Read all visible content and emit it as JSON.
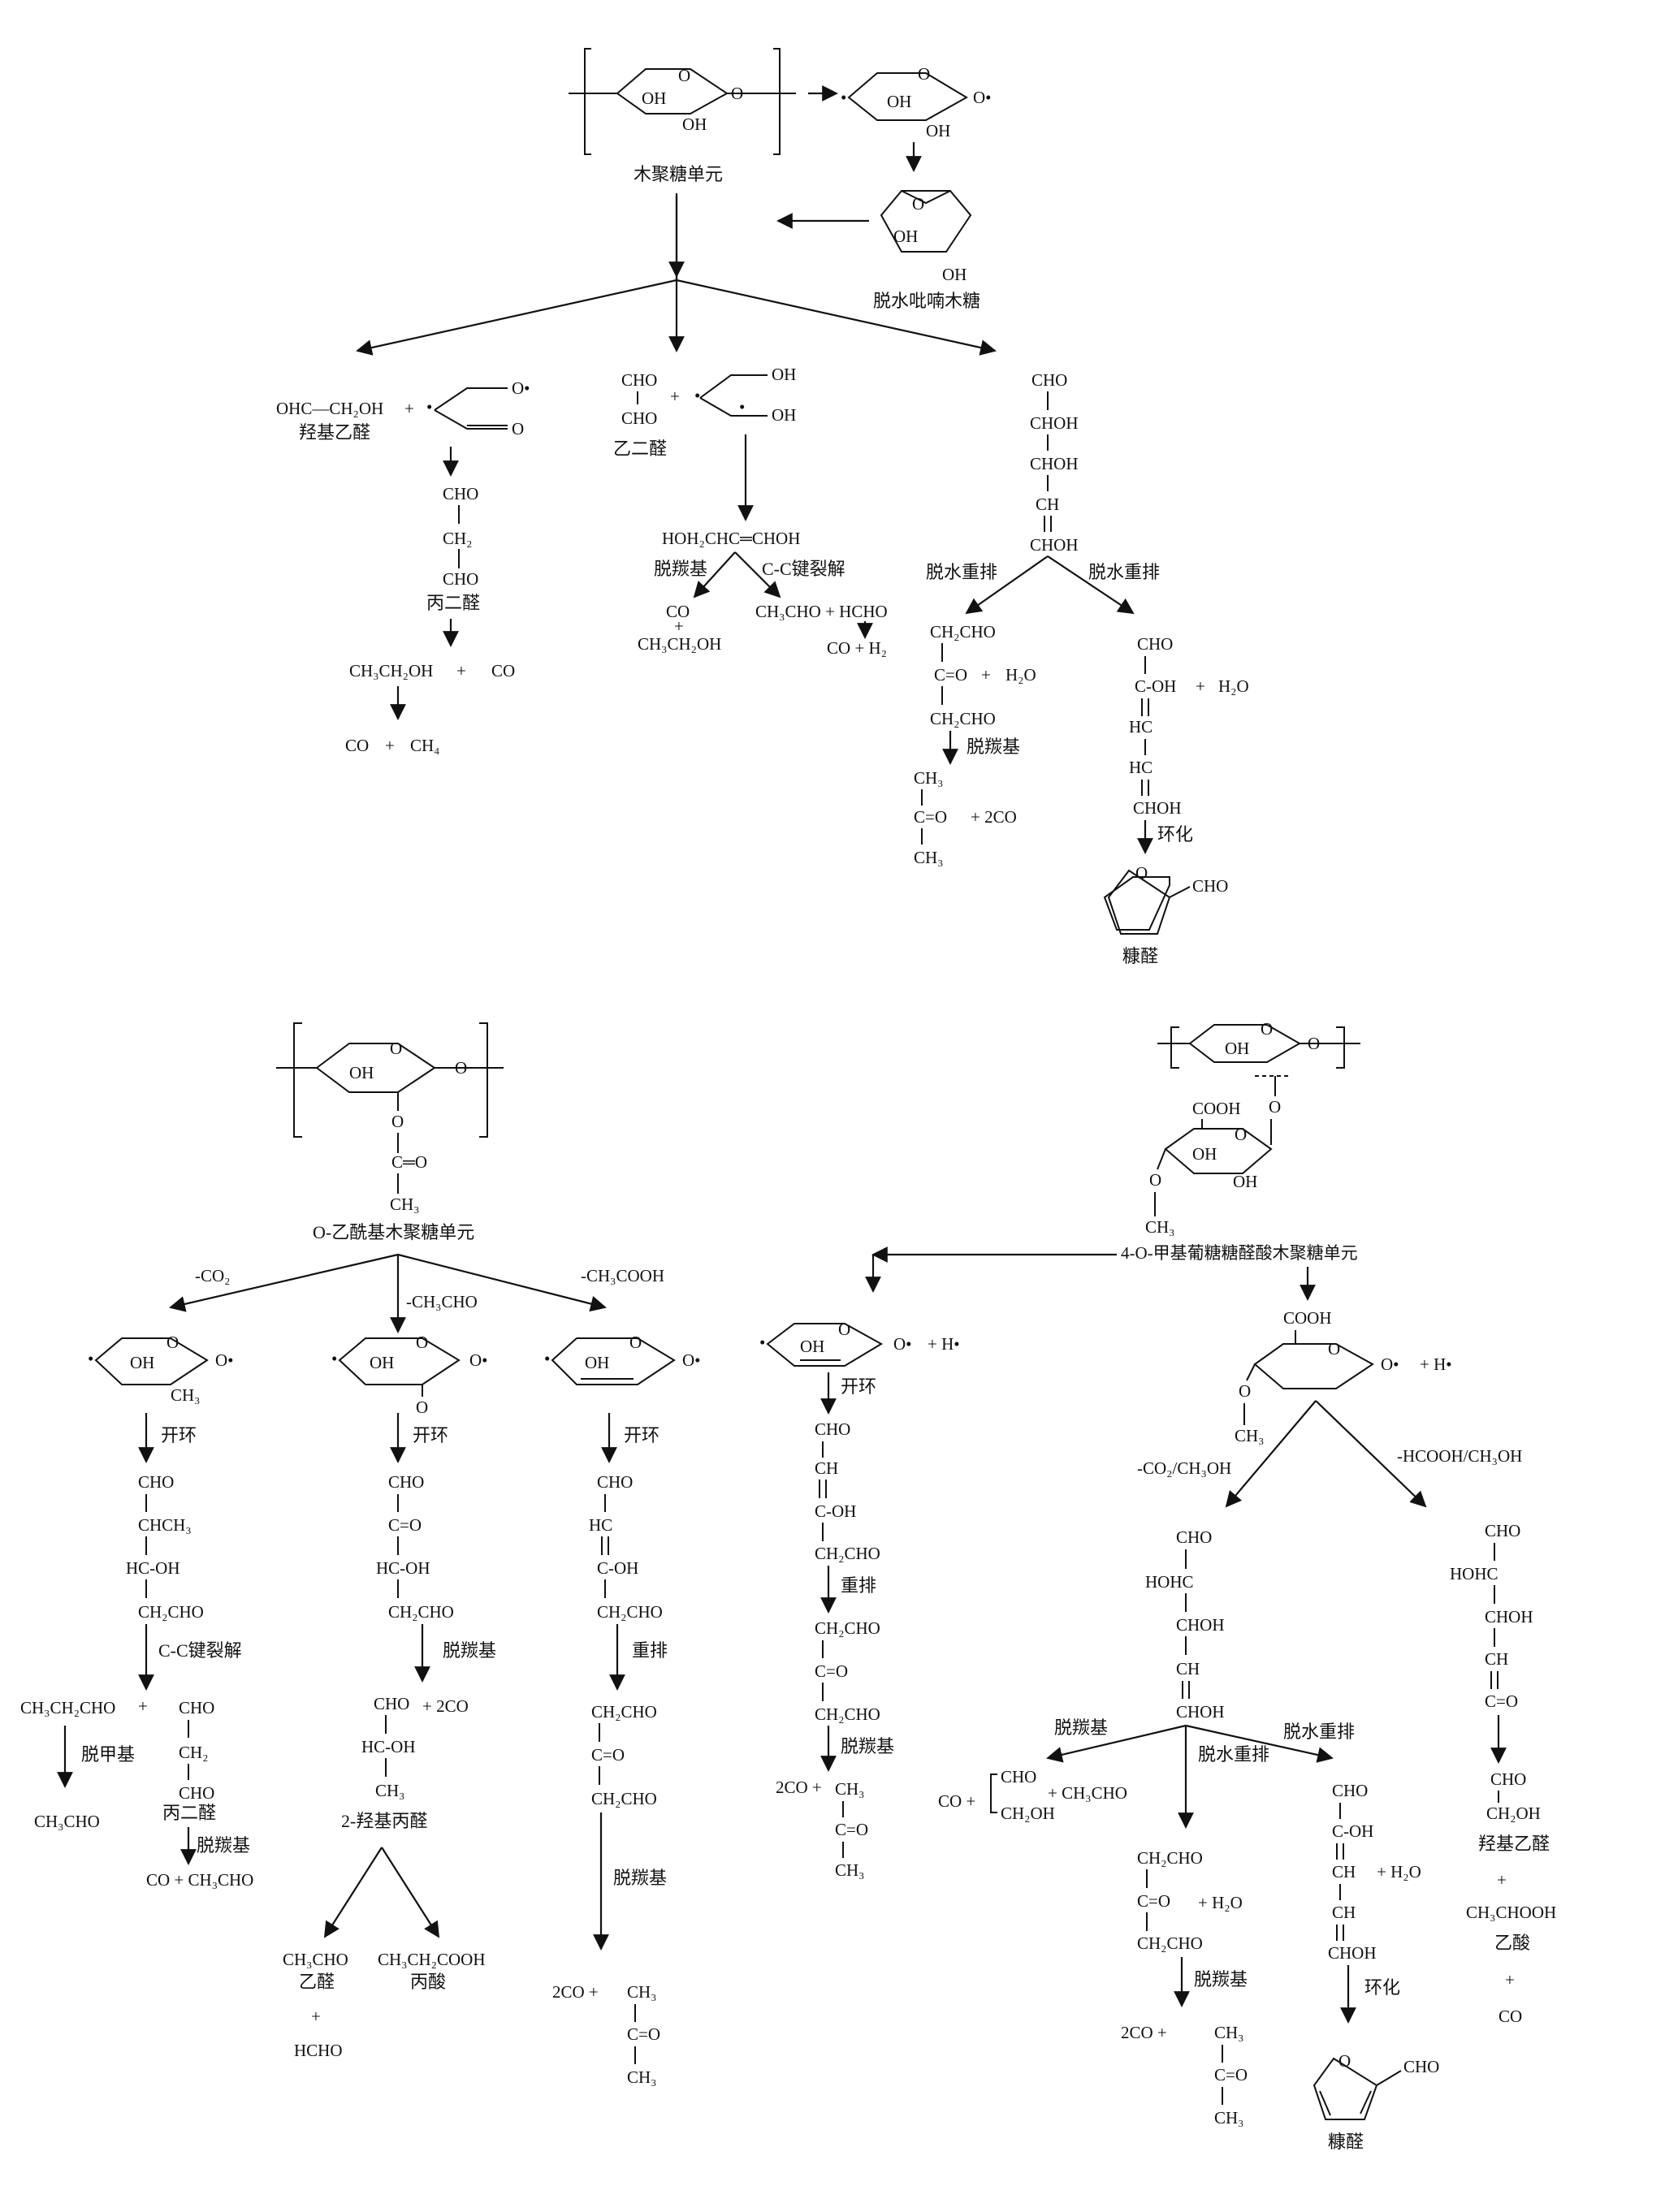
{
  "colors": {
    "ink": "#111111",
    "background": "#ffffff"
  },
  "sections": {
    "xylan": {
      "title": "木聚糖单元",
      "anhydro": "脱水吡喃木糖"
    },
    "route1": {
      "product": "羟基乙醛",
      "mid_cho": "CHO",
      "mid_ch2": "CH2",
      "mid_cho2": "CHO",
      "mid_name": "丙二醛",
      "a": "CH3CH2OH",
      "b": "CO",
      "c": "CO",
      "d": "CH4",
      "plus": "+"
    },
    "route2": {
      "product": "乙二醛",
      "inter": "HOH2CHC=CHOH",
      "left_label": "脱羰基",
      "right_label": "C-C键裂解",
      "left_p1": "CO",
      "left_p2": "CH3CH2OH",
      "right_p": "CH3CHO + HCHO",
      "right_p2": "CO + H2",
      "plus": "+"
    },
    "route3": {
      "chain": [
        "CHO",
        "CHOH",
        "CHOH",
        "CH",
        "CHOH"
      ],
      "left_label": "脱水重排",
      "right_label": "脱水重排",
      "l_chain": [
        "CH2CHO",
        "C=O",
        "CH2CHO"
      ],
      "h2o": "H2O",
      "l_label": "脱羰基",
      "l_top": "CH3",
      "l_mid": "C=O",
      "l_bot": "CH3",
      "two_co": "+ 2CO",
      "r_chain": [
        "CHO",
        "C-OH",
        "HC",
        "HC",
        "CHOH"
      ],
      "r_label": "环化",
      "furfural": "糠醛",
      "furfural_cho": "CHO",
      "plus": "+"
    },
    "acetyl": {
      "title": "O-乙酰基木聚糖单元",
      "loss1": "-CO2",
      "loss2": "-CH3CHO",
      "loss3": "-CH3COOH",
      "ring_open": "开环",
      "col1": [
        "CHO",
        "CHCH3",
        "HC-OH",
        "CH2CHO"
      ],
      "col1_label": "C-C键裂解",
      "col1_pA": "CH3CH2CHO",
      "col1_pB": [
        "CHO",
        "CH2",
        "CHO"
      ],
      "col1_pB_name": "丙二醛",
      "demethyl": "脱甲基",
      "col1_pA2": "CH3CHO",
      "decarb": "脱羰基",
      "col1_final": "CO + CH3CHO",
      "col2": [
        "CHO",
        "C=O",
        "HC-OH",
        "CH2CHO"
      ],
      "col2_label": "脱羰基",
      "col2_p": [
        "CHO",
        "HC-OH",
        "CH3"
      ],
      "col2_2co": "+ 2CO",
      "col2_name": "2-羟基丙醛",
      "col2_pA": "CH3CHO",
      "col2_pA_name": "乙醛",
      "col2_pA2": "HCHO",
      "col2_pB": "CH3CH2COOH",
      "col2_pB_name": "丙酸",
      "col3": [
        "CHO",
        "HC",
        "C-OH",
        "CH2CHO"
      ],
      "col3_label1": "重排",
      "col3_mid": [
        "CH2CHO",
        "C=O",
        "CH2CHO"
      ],
      "col3_label2": "脱羰基",
      "col3_final_co": "2CO +",
      "col3_final": [
        "CH3",
        "C=O",
        "CH3"
      ],
      "plus": "+",
      "dot": "•"
    },
    "glucuronic": {
      "title": "4-O-甲基葡糖糖醛酸木聚糖单元",
      "h": "+ H•",
      "ring_open": "开环",
      "left_chain": [
        "CHO",
        "CH",
        "C-OH",
        "CH2CHO"
      ],
      "rearr": "重排",
      "left_mid": [
        "CH2CHO",
        "C=O",
        "CH2CHO"
      ],
      "decarb": "脱羰基",
      "left_final_co": "2CO +",
      "left_final": [
        "CH3",
        "C=O",
        "CH3"
      ],
      "cooh": "COOH",
      "ch3": "CH3",
      "loss_a": "-CO2/CH3OH",
      "loss_b": "-HCOOH/CH3OH",
      "mid_chain": [
        "CHO",
        "HOHC",
        "CHOH",
        "CH",
        "CHOH"
      ],
      "mid_l": "脱羰基",
      "mid_c": "脱水重排",
      "mid_r": "脱水重排",
      "p_co": "CO +",
      "p_gly": [
        "CHO",
        "CH2OH"
      ],
      "p_ch3cho": "+ CH3CHO",
      "p2_chain": [
        "CH2CHO",
        "C=O",
        "CH2CHO"
      ],
      "p2_h2o": "+ H2O",
      "p2_label": "脱羰基",
      "p2_final_co": "2CO +",
      "p2_final": [
        "CH3",
        "C=O",
        "CH3"
      ],
      "p3_chain": [
        "CHO",
        "C-OH",
        "CH",
        "CH",
        "CHOH"
      ],
      "p3_h2o": "+ H2O",
      "p3_label": "环化",
      "p3_name": "糠醛",
      "p3_cho": "CHO",
      "right_chain": [
        "CHO",
        "HOHC",
        "CHOH",
        "CH",
        "C=O"
      ],
      "right_p": [
        "CHO",
        "CH2OH"
      ],
      "right_p_name": "羟基乙醛",
      "right_acid": "CH3CHOOH",
      "right_acid_name": "乙酸",
      "right_co": "CO",
      "plus": "+"
    }
  }
}
